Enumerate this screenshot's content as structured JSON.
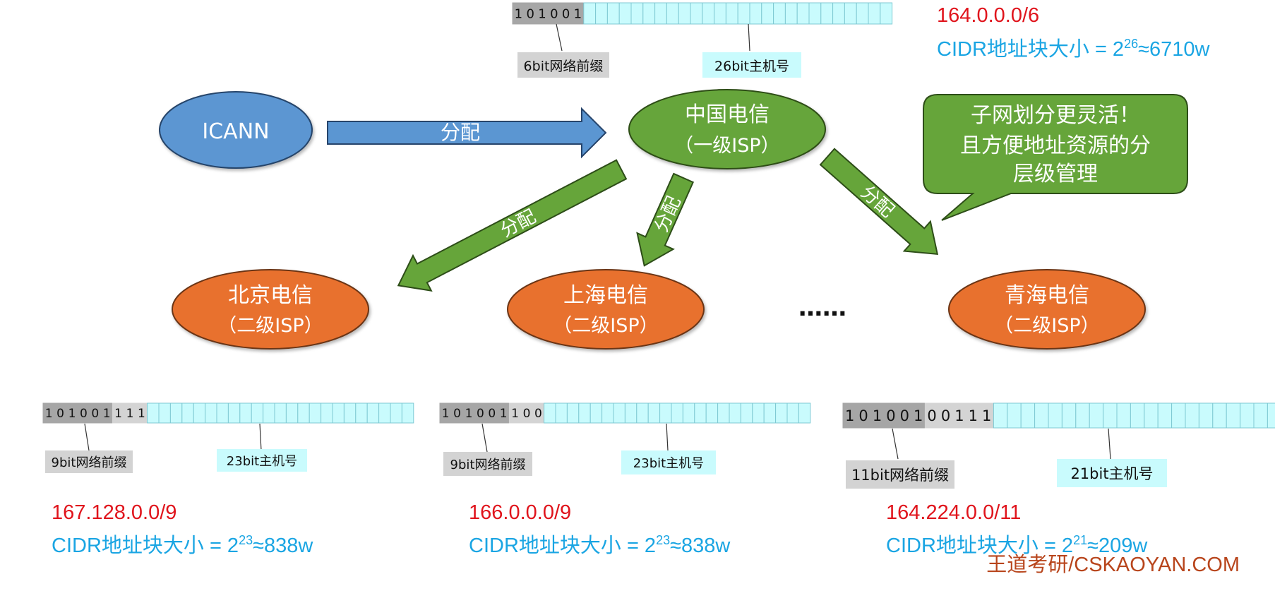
{
  "top": {
    "prefix_bits": "101001",
    "host_cells": 26,
    "prefix_label": "6bit网络前缀",
    "host_label": "26bit主机号",
    "address": "164.0.0.0/6",
    "size_text": "CIDR地址块大小 = 2",
    "size_exp": "26",
    "size_tail": "≈6710w"
  },
  "nodes": {
    "icann": "ICANN",
    "china_telecom": "中国电信",
    "china_telecom_sub": "（一级ISP）",
    "beijing": "北京电信",
    "shanghai": "上海电信",
    "qinghai": "青海电信",
    "secondary_sub": "（二级ISP）",
    "ellipsis": "……"
  },
  "arrows": {
    "allocate": "分配"
  },
  "callout": {
    "lines": [
      "子网划分更灵活！",
      "且方便地址资源的分",
      "层级管理"
    ]
  },
  "blocks": [
    {
      "prefix_bits": "101001",
      "extra_bits": "111",
      "host_cells": 23,
      "prefix_label": "9bit网络前缀",
      "host_label": "23bit主机号",
      "address": "167.128.0.0/9",
      "size_text": "CIDR地址块大小 = 2",
      "size_exp": "23",
      "size_tail": "≈838w"
    },
    {
      "prefix_bits": "101001",
      "extra_bits": "100",
      "host_cells": 23,
      "prefix_label": "9bit网络前缀",
      "host_label": "23bit主机号",
      "address": "166.0.0.0/9",
      "size_text": "CIDR地址块大小 = 2",
      "size_exp": "23",
      "size_tail": "≈838w"
    },
    {
      "prefix_bits": "101001",
      "extra_bits": "00111",
      "host_cells": 21,
      "prefix_label": "11bit网络前缀",
      "host_label": "21bit主机号",
      "address": "164.224.0.0/11",
      "size_text": "CIDR地址块大小 = 2",
      "size_exp": "21",
      "size_tail": "≈209w"
    }
  ],
  "watermark": "王道考研/CSKAOYAN.COM",
  "colors": {
    "blue_node": "#5b96d2",
    "green_node": "#66a53a",
    "orange_node": "#e8712e",
    "prefix_gray": "#a6a6a6",
    "extra_gray": "#d4d4d4",
    "host_cyan": "#c9fbfd",
    "red_text": "#e0141c",
    "blue_text": "#1aa5e3",
    "watermark": "#b8451c"
  }
}
